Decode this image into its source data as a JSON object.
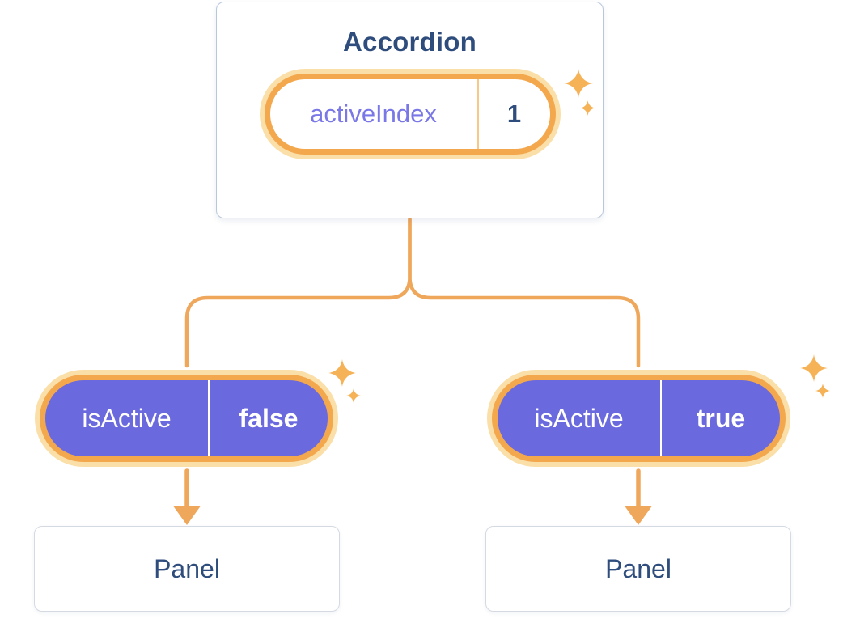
{
  "diagram": {
    "accordion": {
      "title": "Accordion",
      "state": {
        "label": "activeIndex",
        "value": "1"
      }
    },
    "children": [
      {
        "prop": {
          "label": "isActive",
          "value": "false"
        },
        "panel": {
          "title": "Panel"
        }
      },
      {
        "prop": {
          "label": "isActive",
          "value": "true"
        },
        "panel": {
          "title": "Panel"
        }
      }
    ],
    "icons": {
      "sparkle": "four-point-sparkle"
    },
    "colors": {
      "orange": "#f3a84e",
      "orange_glow": "#fbdfa9",
      "wire_orange": "#efa75c",
      "purple_fill": "#6a69dd",
      "purple_text": "#7a78e6",
      "navy_text": "#2f4d7c",
      "card_border": "#b9c7db",
      "panel_border": "#d5dae2"
    }
  }
}
